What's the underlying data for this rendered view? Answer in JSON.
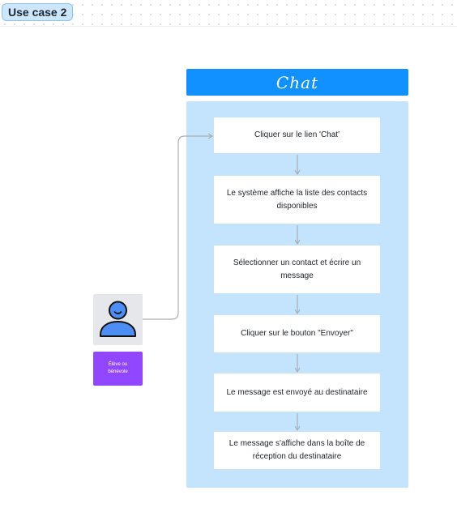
{
  "header": {
    "badge": "Use case 2"
  },
  "swimlane": {
    "title": "Chat"
  },
  "actor": {
    "label_line1": "Élève ou",
    "label_line2": "bénévole",
    "icon": "user-icon"
  },
  "steps": [
    {
      "text": "Cliquer sur le lien 'Chat'"
    },
    {
      "text": "Le système affiche la liste des contacts disponibles"
    },
    {
      "text": "Sélectionner un contact et écrire un message"
    },
    {
      "text": "Cliquer sur le bouton \"Envoyer\""
    },
    {
      "text": "Le message est envoyé au destinataire"
    },
    {
      "text": "Le message s'affiche dans la boîte de réception du destinataire"
    }
  ],
  "colors": {
    "header_blue": "#1190ff",
    "lane_blue": "#c4e3fc",
    "actor_purple": "#9146ff",
    "badge_bg": "#cde6fb",
    "connector_gray": "#a9aeb5"
  }
}
